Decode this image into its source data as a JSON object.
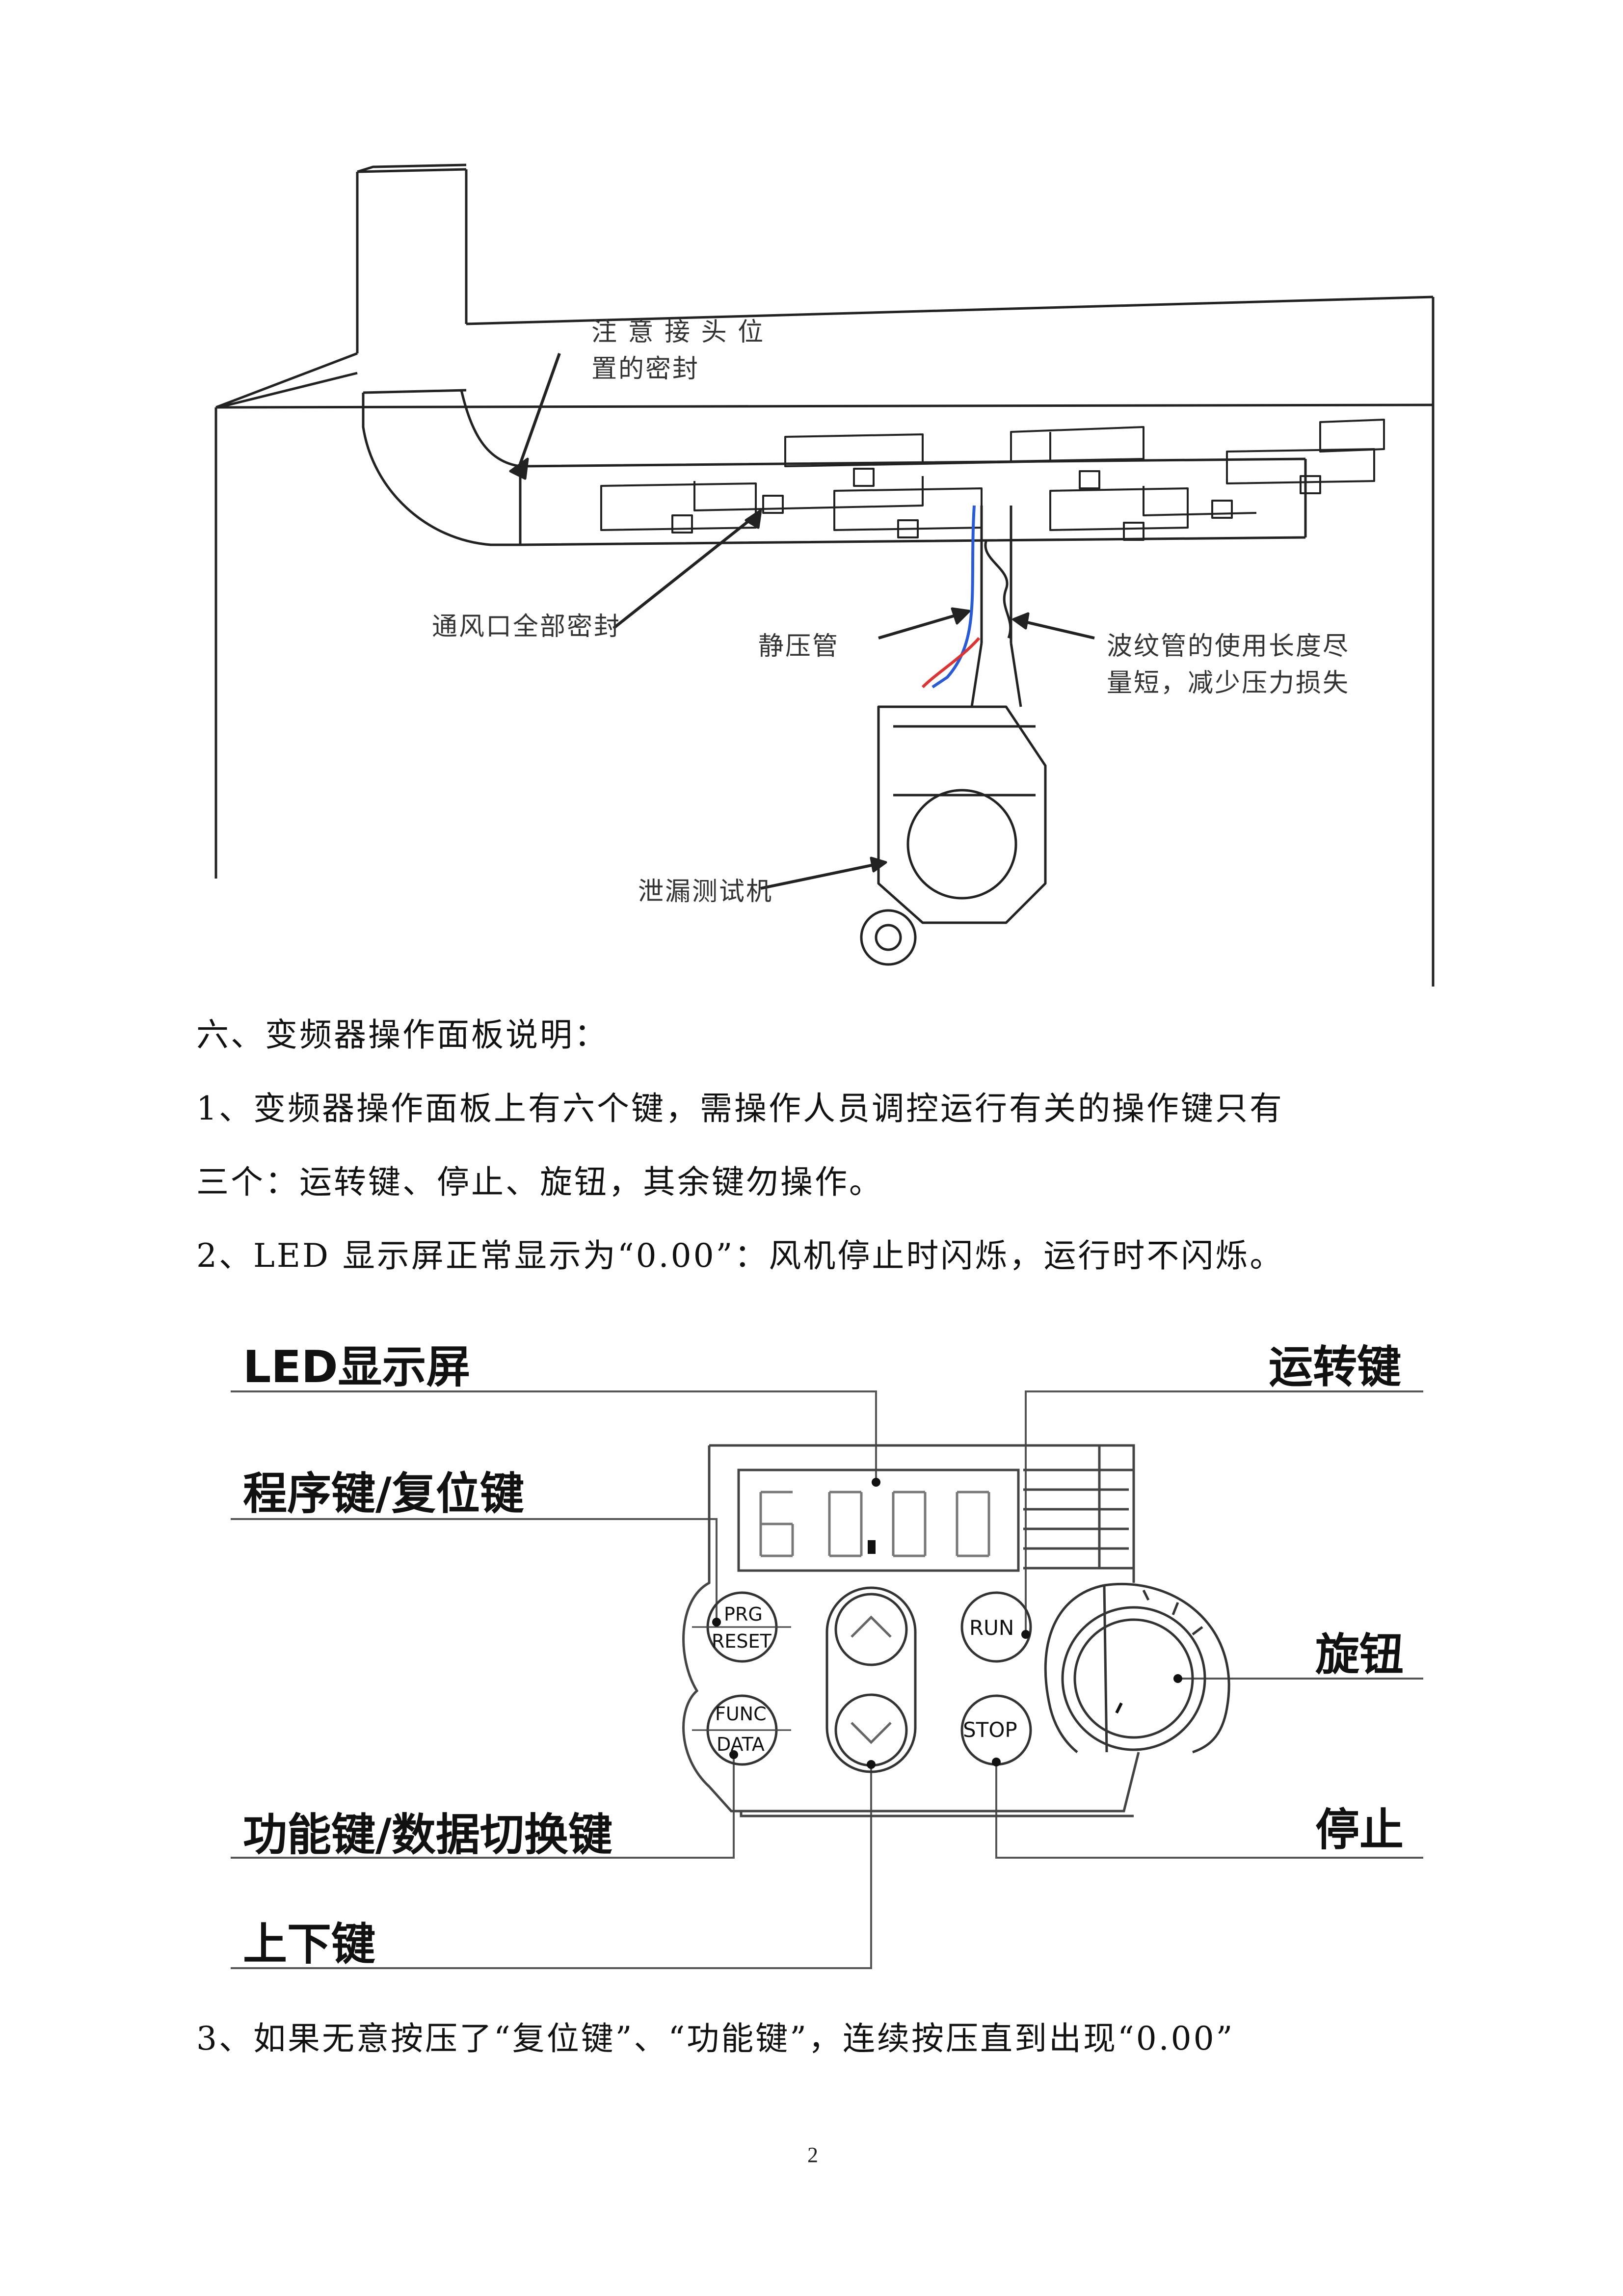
{
  "figure1": {
    "labels": {
      "joint_seal": [
        "注 意 接 头 位",
        "置的密封"
      ],
      "vent_seal": "通风口全部密封",
      "static_tube": "静压管",
      "bellows": [
        "波纹管的使用长度尽",
        "量短，减少压力损失"
      ],
      "tester": "泄漏测试机"
    }
  },
  "section": {
    "heading": "六、变频器操作面板说明：",
    "para1_line1": "1、变频器操作面板上有六个键，需操作人员调控运行有关的操作键只有",
    "para1_line2": "三个：运转键、停止、旋钮，其余键勿操作。",
    "para2": "2、LED 显示屏正常显示为“0.00”：风机停止时闪烁，运行时不闪烁。",
    "para3": "3、如果无意按压了“复位键”、“功能键”，连续按压直到出现“0.00”"
  },
  "panel": {
    "labels": {
      "led": "LED显示屏",
      "run_key": "运转键",
      "prg_key": "程序键/复位键",
      "knob": "旋钮",
      "func_key": "功能键/数据切换键",
      "stop": "停止",
      "updown": "上下键"
    },
    "buttons": {
      "prg": "PRG",
      "reset": "RESET",
      "func": "FUNC",
      "data": "DATA",
      "run": "RUN",
      "stop": "STOP"
    },
    "icons": {
      "up": "chevron-up-icon",
      "down": "chevron-down-icon"
    }
  },
  "page_number": "2"
}
